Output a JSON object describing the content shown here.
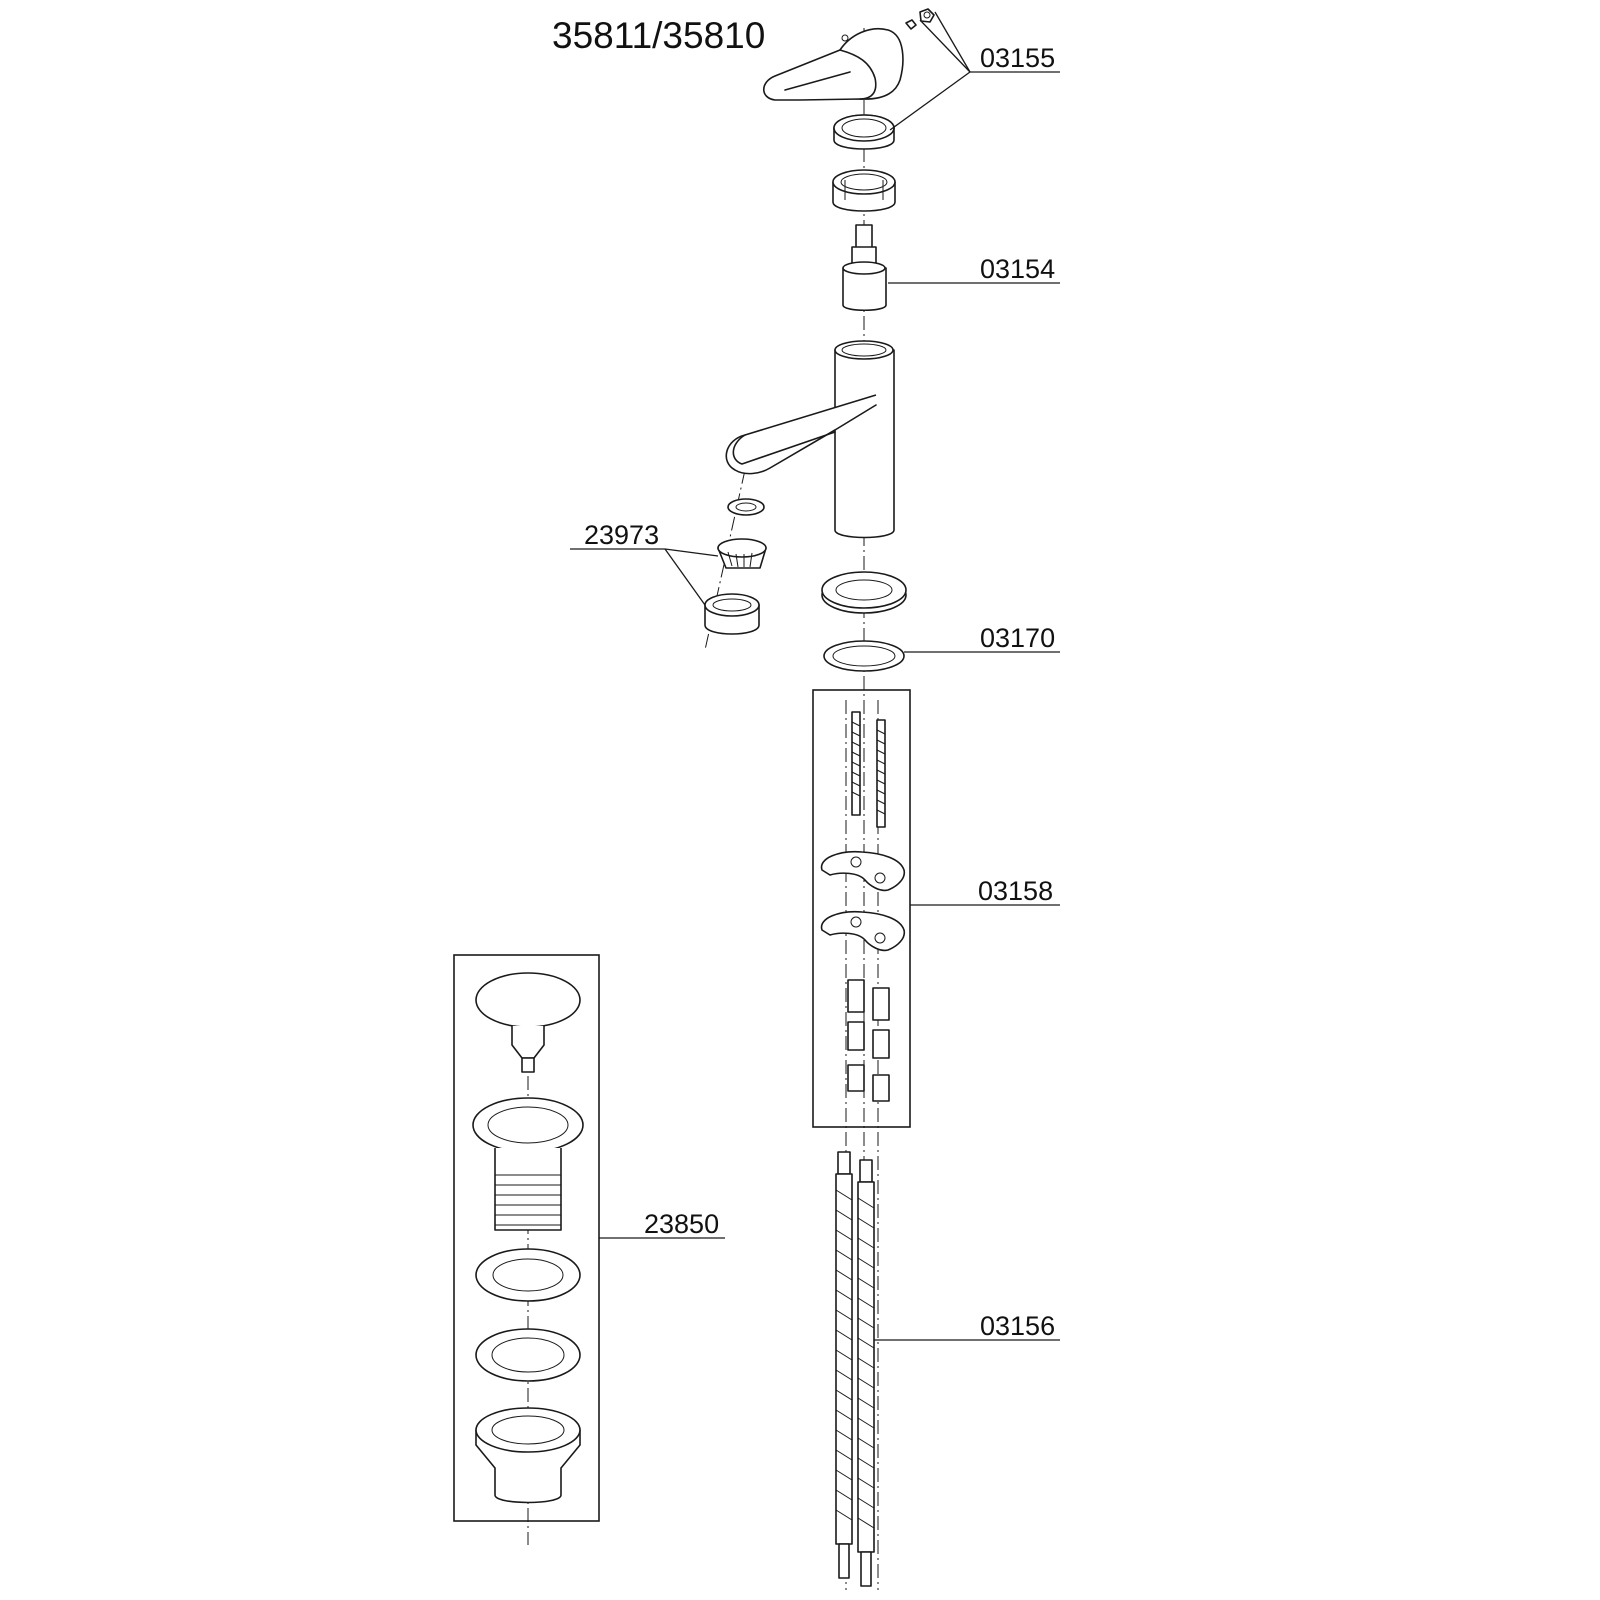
{
  "title": "35811/35810",
  "part_numbers": {
    "handle_kit": "03155",
    "cartridge": "03154",
    "aerator": "23973",
    "base_gasket": "03170",
    "mounting_kit": "03158",
    "drain": "23850",
    "hoses": "03156"
  }
}
